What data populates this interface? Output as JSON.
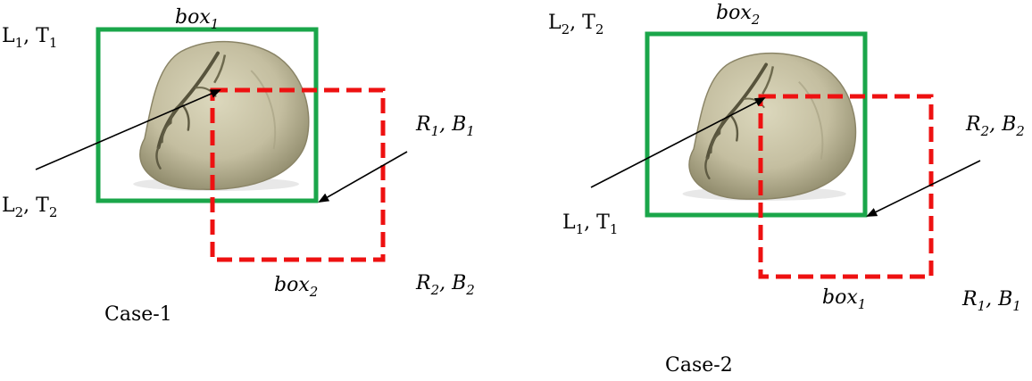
{
  "colors": {
    "solid_box": "#1aa64a",
    "dashed_box": "#ee1111",
    "arrow": "#000000",
    "bean_light": "#d7d2b5",
    "bean_mid": "#bab496",
    "bean_dark": "#6e6a4e"
  },
  "case1": {
    "caption": "Case-1",
    "solid_box_label": {
      "base": "box",
      "sub": "1"
    },
    "dashed_box_label": {
      "base": "box",
      "sub": "2"
    },
    "corner_top_left": {
      "a": "L",
      "a_sub": "1",
      "sep": ", ",
      "b": "T",
      "b_sub": "1"
    },
    "pointer_left": {
      "a": "L",
      "a_sub": "2",
      "sep": ", ",
      "b": "T",
      "b_sub": "2"
    },
    "pointer_right": {
      "a": "R",
      "a_sub": "1",
      "sep": ", ",
      "b": "B",
      "b_sub": "1"
    },
    "corner_bottom_right": {
      "a": "R",
      "a_sub": "2",
      "sep": ", ",
      "b": "B",
      "b_sub": "2"
    }
  },
  "case2": {
    "caption": "Case-2",
    "solid_box_label": {
      "base": "box",
      "sub": "2"
    },
    "dashed_box_label": {
      "base": "box",
      "sub": "1"
    },
    "corner_top_left": {
      "a": "L",
      "a_sub": "2",
      "sep": ", ",
      "b": "T",
      "b_sub": "2"
    },
    "pointer_left": {
      "a": "L",
      "a_sub": "1",
      "sep": ", ",
      "b": "T",
      "b_sub": "1"
    },
    "pointer_right": {
      "a": "R",
      "a_sub": "2",
      "sep": ", ",
      "b": "B",
      "b_sub": "2"
    },
    "corner_bottom_right": {
      "a": "R",
      "a_sub": "1",
      "sep": ", ",
      "b": "B",
      "b_sub": "1"
    }
  }
}
